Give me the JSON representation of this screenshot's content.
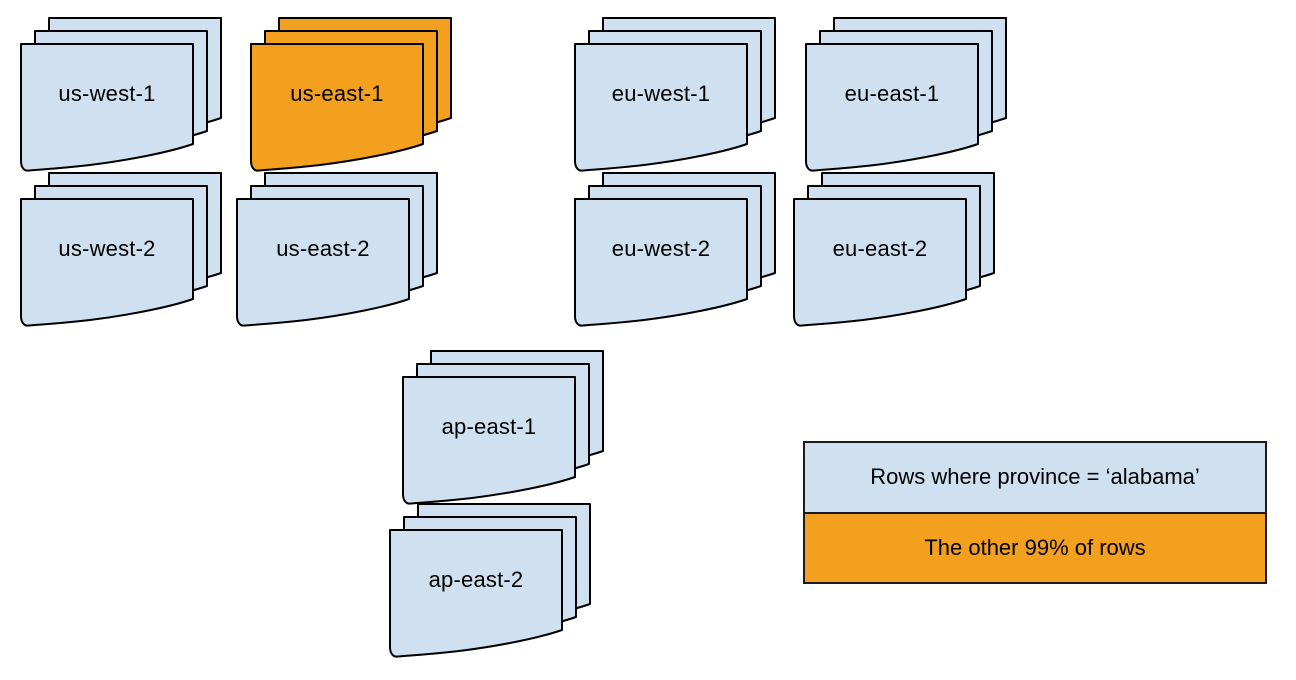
{
  "diagram": {
    "description_colors": {
      "region_fill": "#cfe0f1",
      "highlight_fill": "#f2a01e",
      "stroke": "#000000",
      "background": "#ffffff"
    },
    "stacks": [
      {
        "id": "us-west-1",
        "label": "us-west-1",
        "highlighted": false
      },
      {
        "id": "us-east-1",
        "label": "us-east-1",
        "highlighted": true
      },
      {
        "id": "eu-west-1",
        "label": "eu-west-1",
        "highlighted": false
      },
      {
        "id": "eu-east-1",
        "label": "eu-east-1",
        "highlighted": false
      },
      {
        "id": "us-west-2",
        "label": "us-west-2",
        "highlighted": false
      },
      {
        "id": "us-east-2",
        "label": "us-east-2",
        "highlighted": false
      },
      {
        "id": "eu-west-2",
        "label": "eu-west-2",
        "highlighted": false
      },
      {
        "id": "eu-east-2",
        "label": "eu-east-2",
        "highlighted": false
      },
      {
        "id": "ap-east-1",
        "label": "ap-east-1",
        "highlighted": false
      },
      {
        "id": "ap-east-2",
        "label": "ap-east-2",
        "highlighted": false
      }
    ],
    "legend": {
      "items": [
        {
          "label": "Rows where province = ‘alabama’",
          "color_key": "region_fill"
        },
        {
          "label": "The other 99% of rows",
          "color_key": "highlight_fill"
        }
      ]
    }
  }
}
